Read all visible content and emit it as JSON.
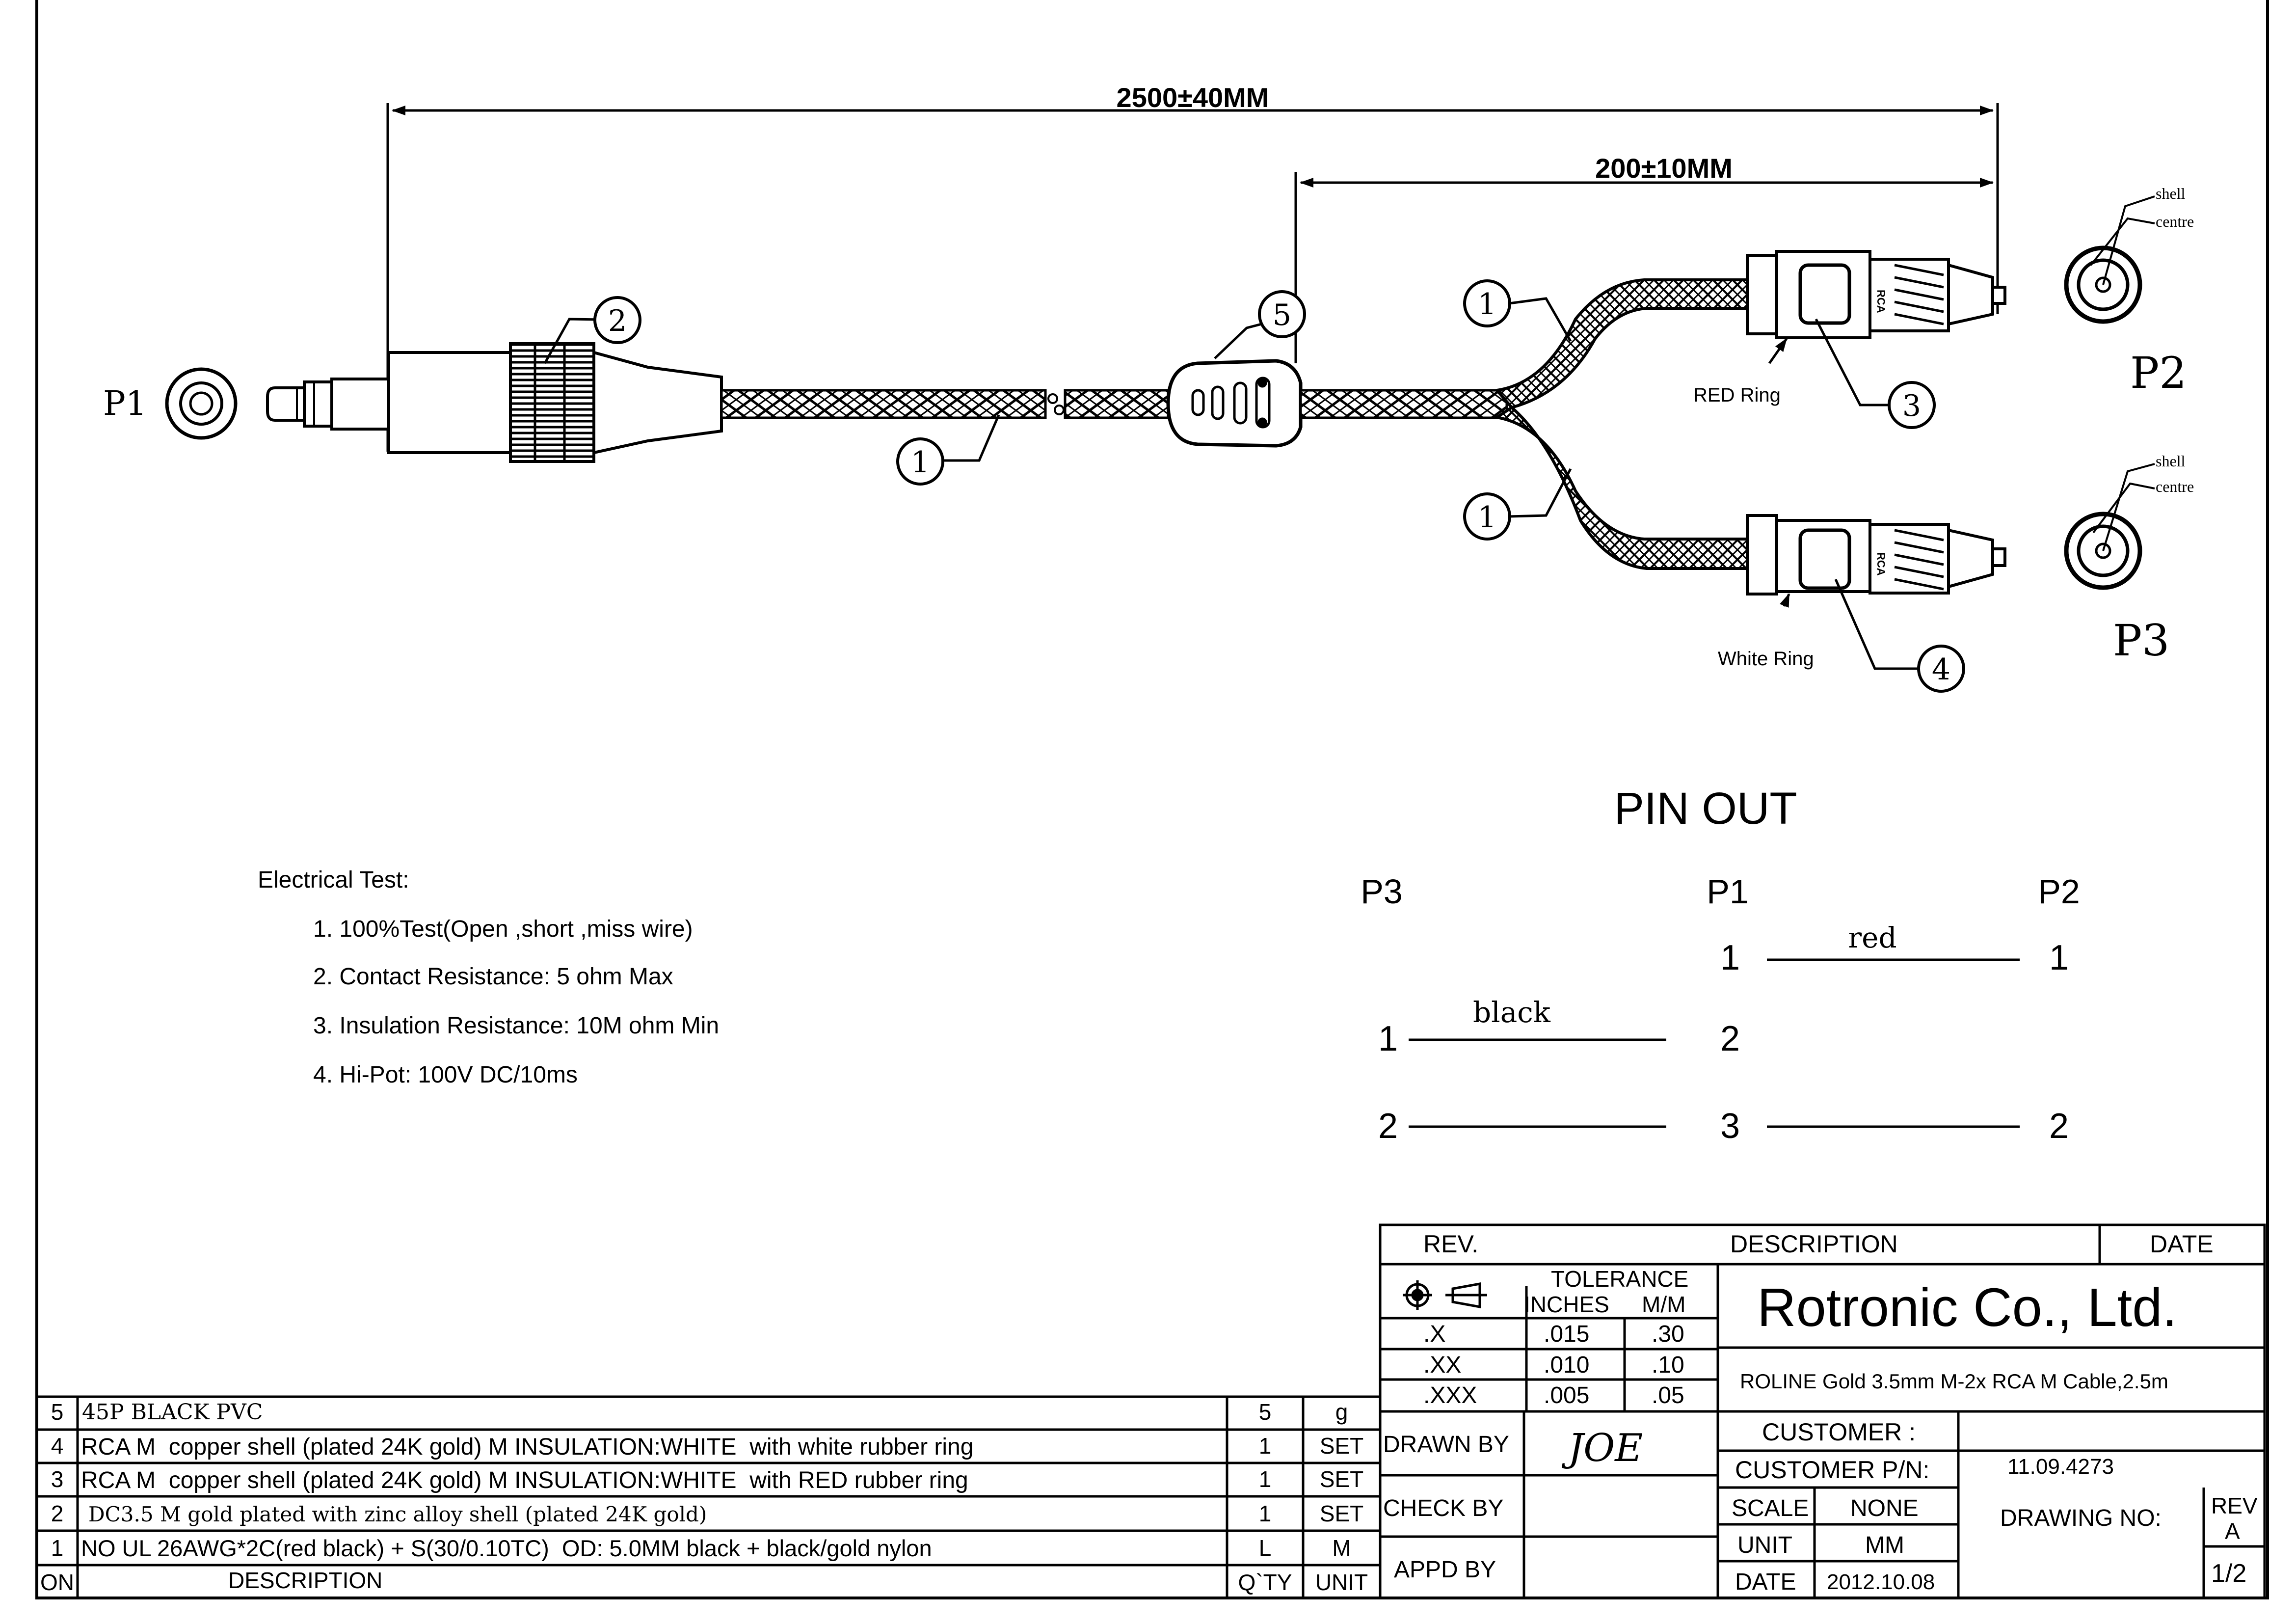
{
  "dimensions": {
    "overall": "2500±40MM",
    "split": "200±10MM"
  },
  "connectors": {
    "p1": "P1",
    "p2": "P2",
    "p3": "P3",
    "shell_label": "shell",
    "centre_label": "centre",
    "rca_mark": "RCA"
  },
  "callouts": {
    "cable_1": "1",
    "cable_upper": "1",
    "cable_lower": "1",
    "sleeve_2": "2",
    "red_rca_3": "3",
    "white_rca_4": "4",
    "splitter_5": "5"
  },
  "ring_labels": {
    "red": "RED Ring",
    "white": "White Ring"
  },
  "electrical_test": {
    "title": "Electrical Test:",
    "items": [
      "1. 100%Test(Open ,short ,miss wire)",
      "2. Contact Resistance: 5 ohm Max",
      "3. Insulation Resistance: 10M ohm Min",
      "4. Hi-Pot: 100V DC/10ms"
    ]
  },
  "pinout": {
    "title": "PIN OUT",
    "headers": {
      "p3": "P3",
      "p1": "P1",
      "p2": "P2"
    },
    "p1_pins": [
      "1",
      "2",
      "3"
    ],
    "p2_pins": [
      "1",
      "2"
    ],
    "p3_pins": [
      "1",
      "2"
    ],
    "wire_red": "red",
    "wire_black": "black"
  },
  "bom": {
    "header": {
      "no": "ON",
      "description": "DESCRIPTION",
      "qty": "Q`TY",
      "unit": "UNIT"
    },
    "rows": [
      {
        "no": "5",
        "description": "45P BLACK PVC",
        "qty": "5",
        "unit": "g"
      },
      {
        "no": "4",
        "description": "RCA M  copper shell (plated 24K gold) M INSULATION:WHITE  with white rubber ring",
        "qty": "1",
        "unit": "SET"
      },
      {
        "no": "3",
        "description": "RCA M  copper shell (plated 24K gold) M INSULATION:WHITE  with RED rubber ring",
        "qty": "1",
        "unit": "SET"
      },
      {
        "no": "2",
        "description": "DC3.5 M gold plated with zinc alloy shell (plated 24K gold)",
        "qty": "1",
        "unit": "SET"
      },
      {
        "no": "1",
        "description": "NO UL 26AWG*2C(red black) + S(30/0.10TC)  OD: 5.0MM black + black/gold nylon",
        "qty": "L",
        "unit": "M"
      }
    ]
  },
  "title_block": {
    "rev_label": "REV.",
    "description_label": "DESCRIPTION",
    "date_label": "DATE",
    "tolerance_label": "TOLERANCE",
    "inches_label": "INCHES",
    "mm_label": "M/M",
    "tolerance_rows": [
      {
        "digits": ".X",
        "inches": ".015",
        "mm": ".30"
      },
      {
        "digits": ".XX",
        "inches": ".010",
        "mm": ".10"
      },
      {
        "digits": ".XXX",
        "inches": ".005",
        "mm": ".05"
      }
    ],
    "company": "Rotronic Co., Ltd.",
    "product": "ROLINE Gold 3.5mm M-2x RCA M Cable,2.5m",
    "drawn_by_label": "DRAWN BY",
    "drawn_by": "JOE",
    "check_by_label": "CHECK BY",
    "appd_by_label": "APPD BY",
    "customer_label": "CUSTOMER :",
    "customer_pn_label": "CUSTOMER P/N:",
    "customer_pn": "11.09.4273",
    "scale_label": "SCALE",
    "scale": "NONE",
    "unit_label": "UNIT",
    "unit": "MM",
    "date_field_label": "DATE",
    "date": "2012.10.08",
    "drawing_no_label": "DRAWING NO:",
    "rev_field_label": "REV",
    "rev": "A",
    "sheet": "1/2"
  }
}
